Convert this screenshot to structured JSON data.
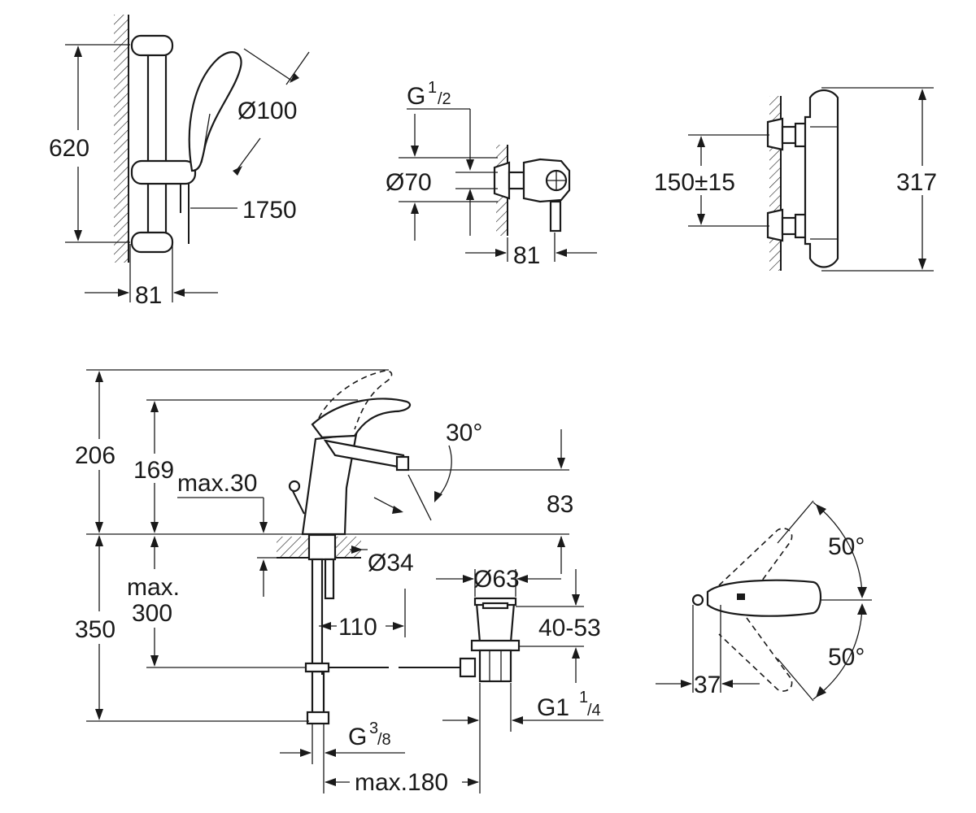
{
  "shower_set": {
    "height": "620",
    "diameter": "Ø100",
    "hose": "1750",
    "depth": "81"
  },
  "shower_mixer": {
    "thread_main": "G",
    "thread_sup": "1",
    "thread_sub": "/2",
    "diameter": "Ø70",
    "depth": "81"
  },
  "thermostat": {
    "spacing": "150±15",
    "height": "317"
  },
  "basin_mixer": {
    "total_height": "206",
    "spout_height": "169",
    "max_deck": "max.30",
    "angle": "30°",
    "reach": "83",
    "hole_diameter": "Ø34",
    "max_label_1": "max.",
    "max_label_2": "300",
    "below_height": "350",
    "hose_offset": "110",
    "waste_diameter": "Ø63",
    "waste_range": "40-53",
    "waste_thread_main": "G1",
    "waste_thread_sup": "1",
    "waste_thread_sub": "/4",
    "supply_thread_main": "G",
    "supply_thread_sup": "3",
    "supply_thread_sub": "/8",
    "max_reach": "max.180"
  },
  "lever_top": {
    "angle_up": "50°",
    "angle_down": "50°",
    "depth": "37"
  }
}
